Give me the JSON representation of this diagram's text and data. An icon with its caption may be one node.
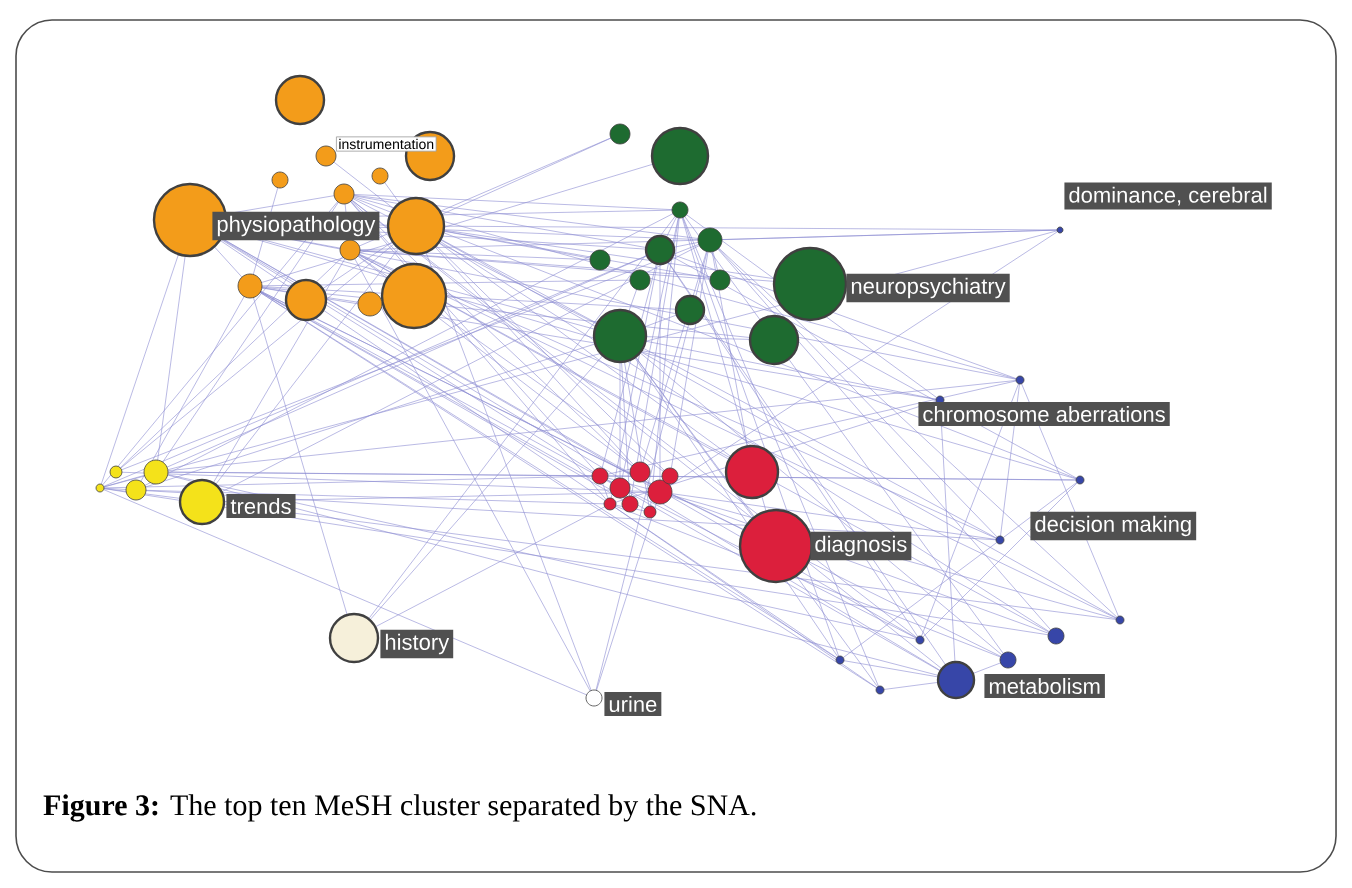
{
  "diagram": {
    "caption": "**Figure 3:** The top ten MeSH cluster separated by the SNA.",
    "labels": [
      "instrumentation",
      "physiopathology",
      "dominance, cerebral",
      "neuropsychiatry",
      "chromosome aberrations",
      "trends",
      "diagnosis",
      "decision making",
      "history",
      "metabolism",
      "urine"
    ]
  }
}
